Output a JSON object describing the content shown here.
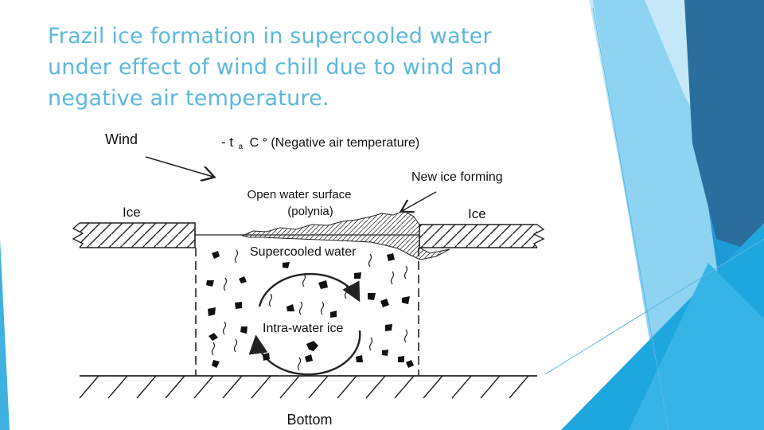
{
  "slide": {
    "title": "Frazil ice formation in supercooled water under effect of wind chill due to wind and negative air temperature."
  },
  "diagram": {
    "labels": {
      "wind": "Wind",
      "temp_prefix": "- t",
      "temp_sub": "a",
      "temp_suffix": "C ° (Negative air temperature)",
      "new_ice": "New ice forming",
      "open_water_1": "Open water surface",
      "open_water_2": "(polynia)",
      "ice_left": "Ice",
      "ice_right": "Ice",
      "supercooled": "Supercooled water",
      "intra_ice": "Intra-water ice",
      "bottom": "Bottom"
    }
  },
  "theme": {
    "title_color": "#5cb8dc",
    "accent_dark": "#2a6e9e",
    "accent_mid": "#1e9ad6",
    "accent_light": "#7ccff0"
  }
}
